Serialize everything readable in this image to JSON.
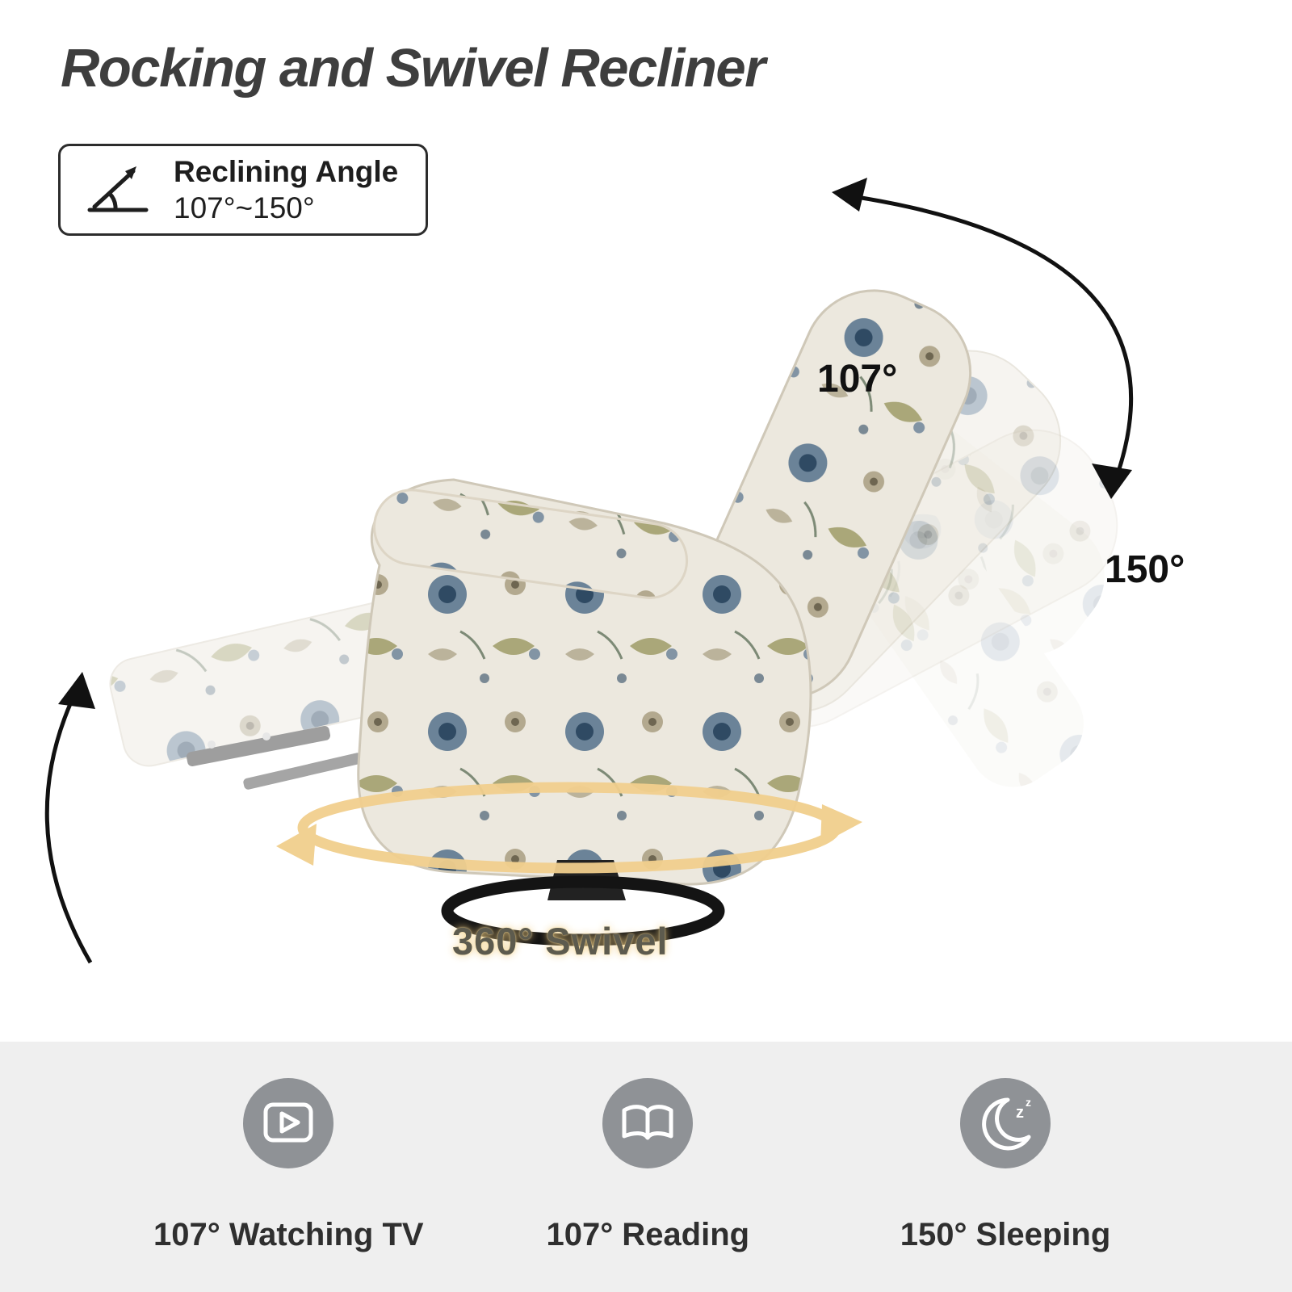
{
  "title": "Rocking and Swivel Recliner",
  "badge": {
    "label": "Reclining Angle",
    "range": "107°~150°"
  },
  "annotations": {
    "angle_min": "107°",
    "angle_max": "150°",
    "swivel": "360° Swivel"
  },
  "features": [
    {
      "icon": "tv-play-icon",
      "label": "107° Watching TV"
    },
    {
      "icon": "open-book-icon",
      "label": "107° Reading"
    },
    {
      "icon": "moon-sleep-icon",
      "label": "150° Sleeping"
    }
  ],
  "colors": {
    "accent_yellow": "#f1cf8d",
    "icon_circle_gray": "#8f9296",
    "text_dark": "#3e3e3e",
    "footer_bg": "#efefef",
    "fabric_cream": "#ece8de",
    "floral_blue": "#55718c",
    "floral_navy": "#2f4a63",
    "floral_olive": "#a3a06e",
    "floral_taupe": "#b3a98f"
  }
}
